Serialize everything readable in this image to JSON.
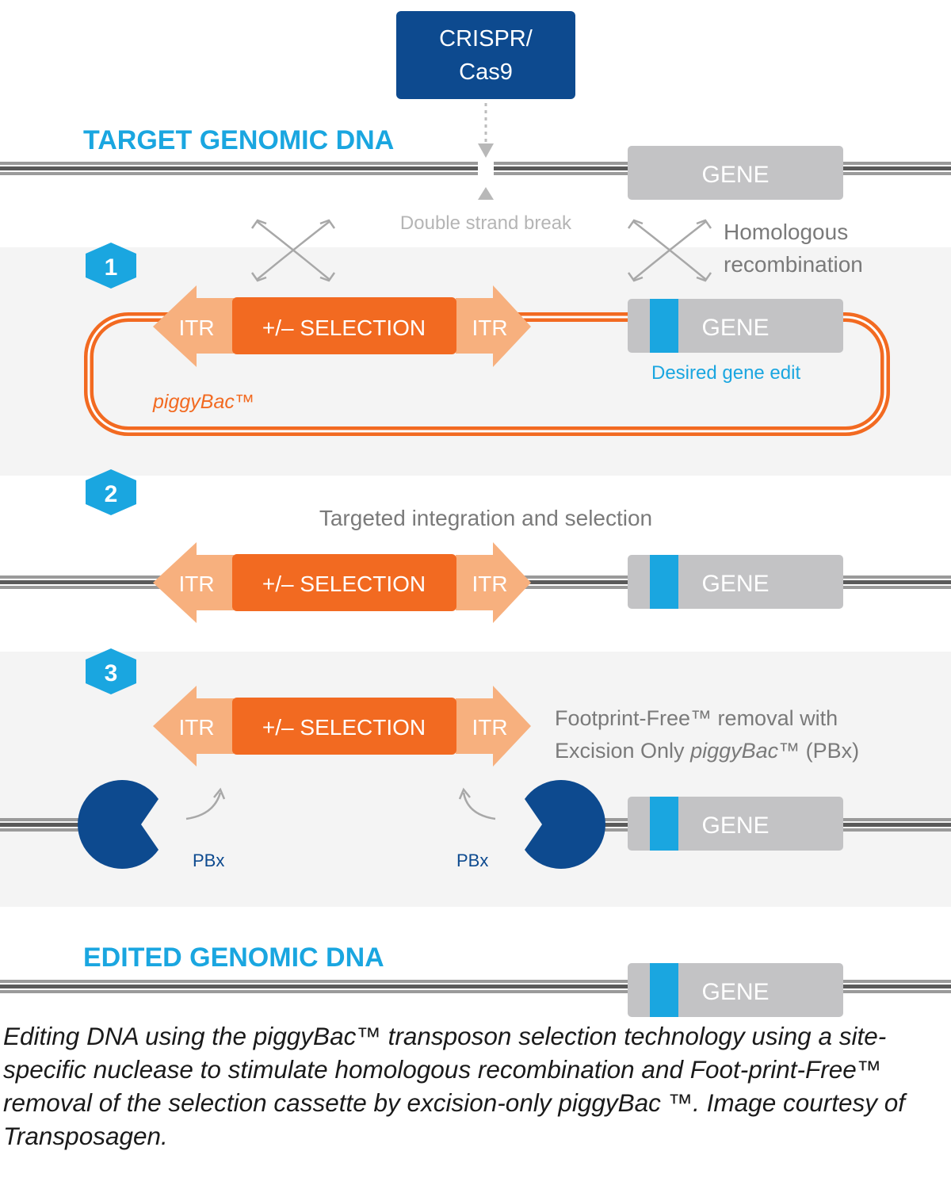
{
  "nuclease": {
    "line1": "CRISPR/",
    "line2": "Cas9"
  },
  "target_heading": "TARGET GENOMIC DNA",
  "edited_heading": "EDITED GENOMIC DNA",
  "gene_label": "GENE",
  "itr_label": "ITR",
  "selection_label": "+/– SELECTION",
  "double_strand_break": "Double strand break",
  "homologous": {
    "line1": "Homologous",
    "line2": "recombination"
  },
  "steps": [
    "1",
    "2",
    "3"
  ],
  "vector_name": "piggyBac™",
  "desired_edit": "Desired gene edit",
  "step2_text": "Targeted integration and selection",
  "footprint": {
    "line1": "Footprint-Free™ removal with",
    "line2_a": "Excision Only ",
    "line2_b": "piggyBac™",
    "line2_c": " (PBx)"
  },
  "pbx_label": "PBx",
  "caption": "Editing DNA using the piggyBac™ transposon selection technology using a site-specific nuclease to stimulate homologous recombination and Foot-print-Free™ removal of the selection cassette by excision-only piggyBac ™. Image courtesy of Transposagen.",
  "colors": {
    "navy": "#0d4a8f",
    "cyan": "#1aa6e0",
    "orange": "#f26a21",
    "peach": "#f7b07e",
    "gene_gray": "#c3c3c5",
    "dna_gray": "#777777",
    "panel": "#f4f4f4"
  }
}
